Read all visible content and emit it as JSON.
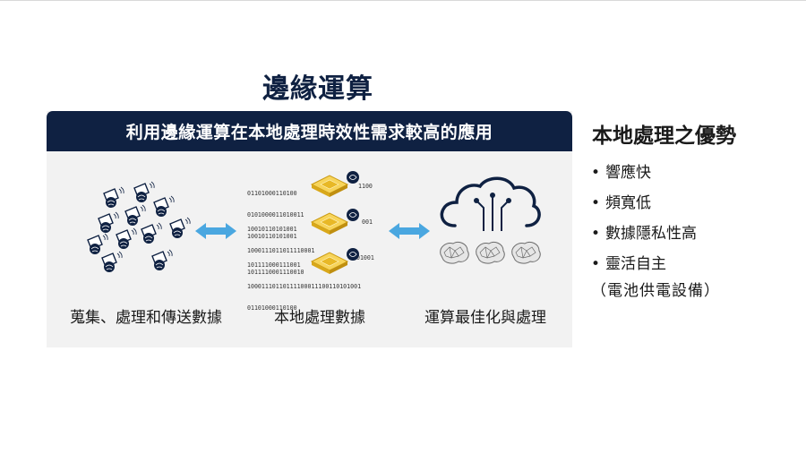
{
  "slide": {
    "title": "邊緣運算",
    "banner": "利用邊緣運算在本地處理時效性需求較高的應用"
  },
  "diagram": {
    "captions": [
      "蒐集、處理和傳送數據",
      "本地處理數據",
      "運算最佳化與處理"
    ],
    "binary_blocks": [
      [
        "01101000110100",
        "0101000011010011",
        "10010110101001"
      ],
      [
        "10010110101001",
        "1000111011011110001",
        "1011110001110010"
      ],
      [
        "101111000111001",
        "10001110110111100011100110101001",
        "01101000110100"
      ]
    ],
    "binary_tails": [
      "1100",
      "001",
      "101001"
    ],
    "icons": [
      "sensor-device-icon",
      "bidirectional-arrow-icon",
      "edge-chip-icon",
      "cloud-circuit-icon",
      "brain-icon"
    ],
    "colors": {
      "navy": "#0f2142",
      "arrow": "#4aa7e0",
      "chip": "#f2c12e"
    }
  },
  "advantages": {
    "title": "本地處理之優勢",
    "items": [
      "響應快",
      "頻寬低",
      "數據隱私性高",
      "靈活自主"
    ],
    "note": "（電池供電設備）"
  }
}
